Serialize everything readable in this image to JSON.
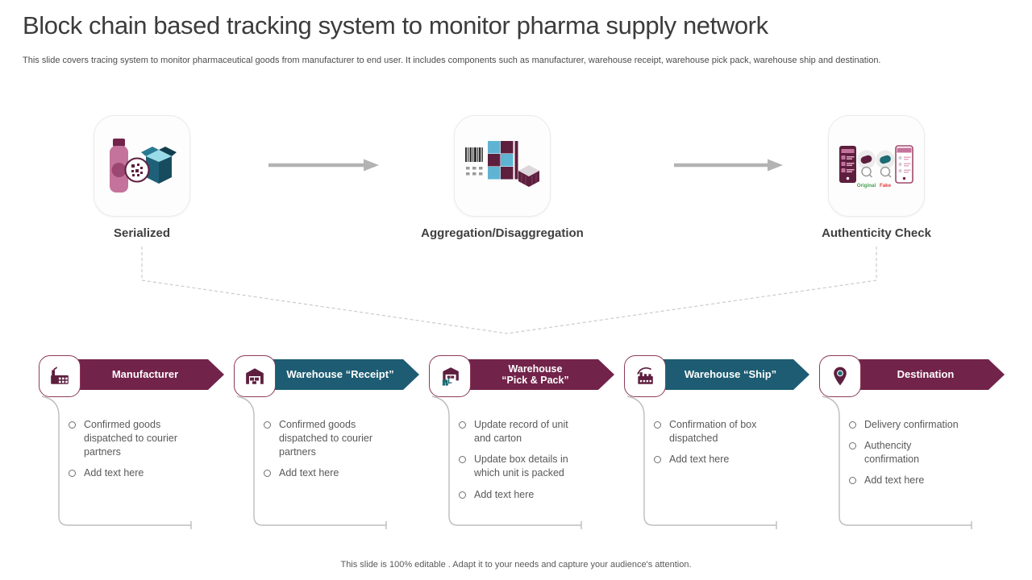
{
  "slide": {
    "title": "Block chain based tracking system to monitor pharma supply network",
    "subtitle": "This slide covers tracing system to monitor pharmaceutical goods from manufacturer to end user. It includes components such as manufacturer, warehouse receipt, warehouse pick pack, warehouse ship and destination.",
    "footer": "This slide is 100% editable . Adapt it to your needs and capture your audience's attention."
  },
  "colors": {
    "step_maroon": "#72234a",
    "step_teal": "#1d5c72",
    "icon_maroon": "#5e1f3f",
    "icon_teal": "#1d6b73",
    "bottle_pink": "#c4739c",
    "light_blue": "#5fb4d4",
    "arrow_gray": "#b3b3b3",
    "line_gray": "#c6c6c6",
    "original_green": "#44a04e",
    "fake_red": "#e23b3b"
  },
  "top_flow": {
    "stages": [
      {
        "label": "Serialized",
        "icon": "serialized-bottle-qr-box-icon"
      },
      {
        "label": "Aggregation/Disaggregation",
        "icon": "barcode-cartons-crate-icon"
      },
      {
        "label": "Authenticity Check",
        "icon": "phones-original-fake-icon",
        "original_label": "Original",
        "fake_label": "Fake"
      }
    ]
  },
  "steps": [
    {
      "label": "Manufacturer",
      "icon": "factory-icon",
      "color": "#72234a",
      "bullets": [
        "Confirmed goods dispatched to courier partners",
        "Add text here"
      ]
    },
    {
      "label": "Warehouse “Receipt”",
      "icon": "warehouse-icon",
      "color": "#1d5c72",
      "bullets": [
        "Confirmed goods dispatched to courier partners",
        "Add text here"
      ]
    },
    {
      "label_line1": "Warehouse",
      "label_line2": "“Pick & Pack”",
      "icon": "warehouse-forklift-icon",
      "color": "#72234a",
      "bullets": [
        "Update record of unit and carton",
        "Update box details in which unit is packed",
        "Add text here"
      ]
    },
    {
      "label": "Warehouse “Ship”",
      "icon": "factory-dispatch-icon",
      "color": "#1d5c72",
      "bullets": [
        "Confirmation of box dispatched",
        "Add text here"
      ]
    },
    {
      "label": "Destination",
      "icon": "location-pin-icon",
      "color": "#72234a",
      "bullets": [
        "Delivery confirmation",
        "Authencity confirmation",
        "Add text here"
      ]
    }
  ]
}
